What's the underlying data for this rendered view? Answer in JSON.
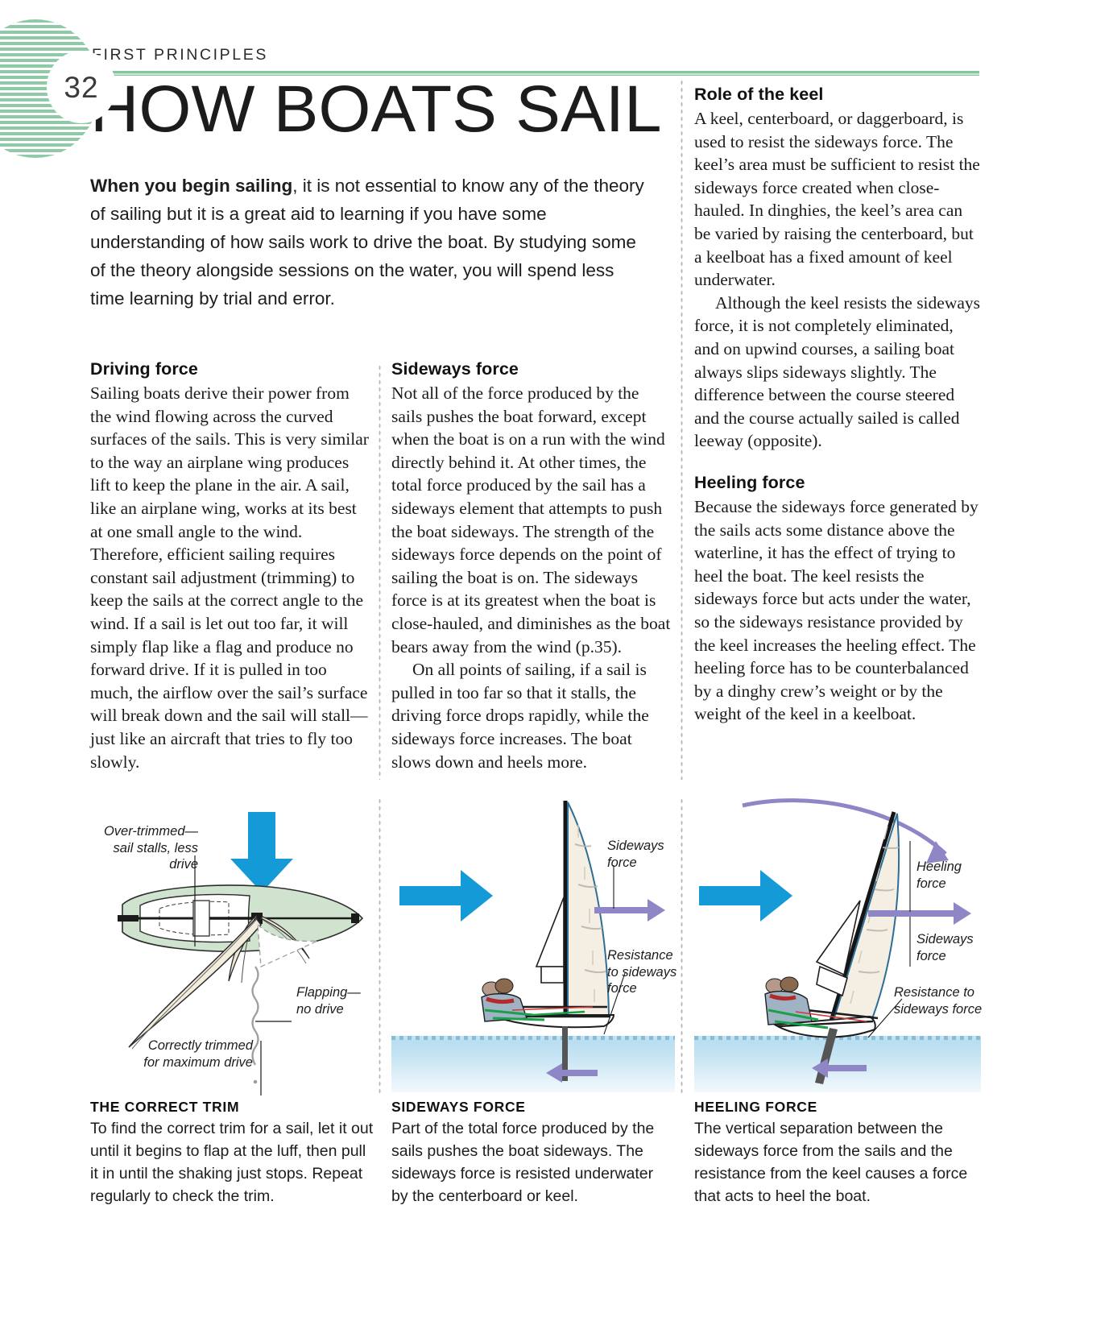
{
  "header": {
    "page_number": "32",
    "running_head": "FIRST PRINCIPLES",
    "title": "HOW BOATS SAIL"
  },
  "intro": {
    "lead": "When you begin sailing",
    "rest": ", it is not essential to know any of the theory of sailing but it is a great aid to learning if you have some understanding of how sails work to drive the boat. By studying some of the theory alongside sessions on the water, you will spend less time learning by trial and error."
  },
  "columns": [
    {
      "heading": "Driving force",
      "paragraphs": [
        "Sailing boats derive their power from the wind flowing across the curved surfaces of the sails. This is very similar to the way an airplane wing produces lift to keep the plane in the air. A sail, like an airplane wing, works at its best at one small angle to the wind. Therefore, efficient sailing requires constant sail adjustment (trimming) to keep the sails at the correct angle to the wind. If a sail is let out too far, it will simply flap like a flag and produce no forward drive. If it is pulled in too much, the airflow over the sail’s surface will break down and the sail will stall—just like an aircraft that tries to fly too slowly."
      ]
    },
    {
      "heading": "Sideways force",
      "paragraphs": [
        "Not all of the force produced by the sails pushes the boat forward, except when the boat is on a run with the wind directly behind it. At other times, the total force produced by the sail has a sideways element that attempts to push the boat sideways. The strength of the sideways force depends on the point of sailing the boat is on. The sideways force is at its greatest when the boat is close-hauled, and diminishes as the boat bears away from the wind (p.35).",
        "On all points of sailing, if a sail is pulled in too far so that it stalls, the driving force drops rapidly, while the sideways force increases. The boat slows down and heels more."
      ]
    },
    {
      "heading": "Role of the keel",
      "paragraphs": [
        "A keel, centerboard, or daggerboard, is used to resist the sideways force. The keel’s area must be sufficient to resist the sideways force created when close-hauled. In dinghies, the keel’s area can be varied by raising the centerboard, but a keelboat has a fixed amount of keel underwater.",
        "Although the keel resists the sideways force, it is not completely eliminated, and on upwind courses, a sailing boat always slips sideways slightly. The difference between the course steered and the course actually sailed is called leeway (opposite)."
      ]
    },
    {
      "heading": "Heeling force",
      "paragraphs": [
        "Because the sideways force generated by the sails acts some distance above the waterline, it has the effect of trying to heel the boat. The keel resists the sideways force but acts under the water, so the sideways resistance provided by the keel increases the heeling effect. The heeling force has to be counterbalanced by a dinghy crew’s weight or by the weight of the keel in a keelboat."
      ]
    }
  ],
  "figures": [
    {
      "name": "correct-trim",
      "labels": [
        "Over-trimmed—\nsail stalls, less drive",
        "Flapping—\nno drive",
        "Correctly trimmed\nfor maximum drive"
      ],
      "caption_title": "THE CORRECT TRIM",
      "caption_body": "To find the correct trim for a sail, let it out until it begins to flap at the luff, then pull it in until the shaking just stops. Repeat regularly to check the trim."
    },
    {
      "name": "sideways-force",
      "labels": [
        "Sideways\nforce",
        "Resistance\nto sideways\nforce"
      ],
      "caption_title": "SIDEWAYS FORCE",
      "caption_body": "Part of the total force produced by the sails pushes the boat sideways. The sideways force is resisted underwater by the centerboard or keel."
    },
    {
      "name": "heeling-force",
      "labels": [
        "Heeling\nforce",
        "Sideways\nforce",
        "Resistance to\nsideways force"
      ],
      "caption_title": "HEELING FORCE",
      "caption_body": "The vertical separation between the sideways force from the sails and the resistance from the keel causes a force that acts to heel the boat."
    }
  ],
  "colors": {
    "accent_green": "#86c5a0",
    "wind_arrow_blue": "#149ad6",
    "force_arrow_purple": "#8f86c6",
    "water_blue": "#b4dcef",
    "hull_green": "#cfe3cf",
    "sail_cream": "#f3eddd"
  }
}
